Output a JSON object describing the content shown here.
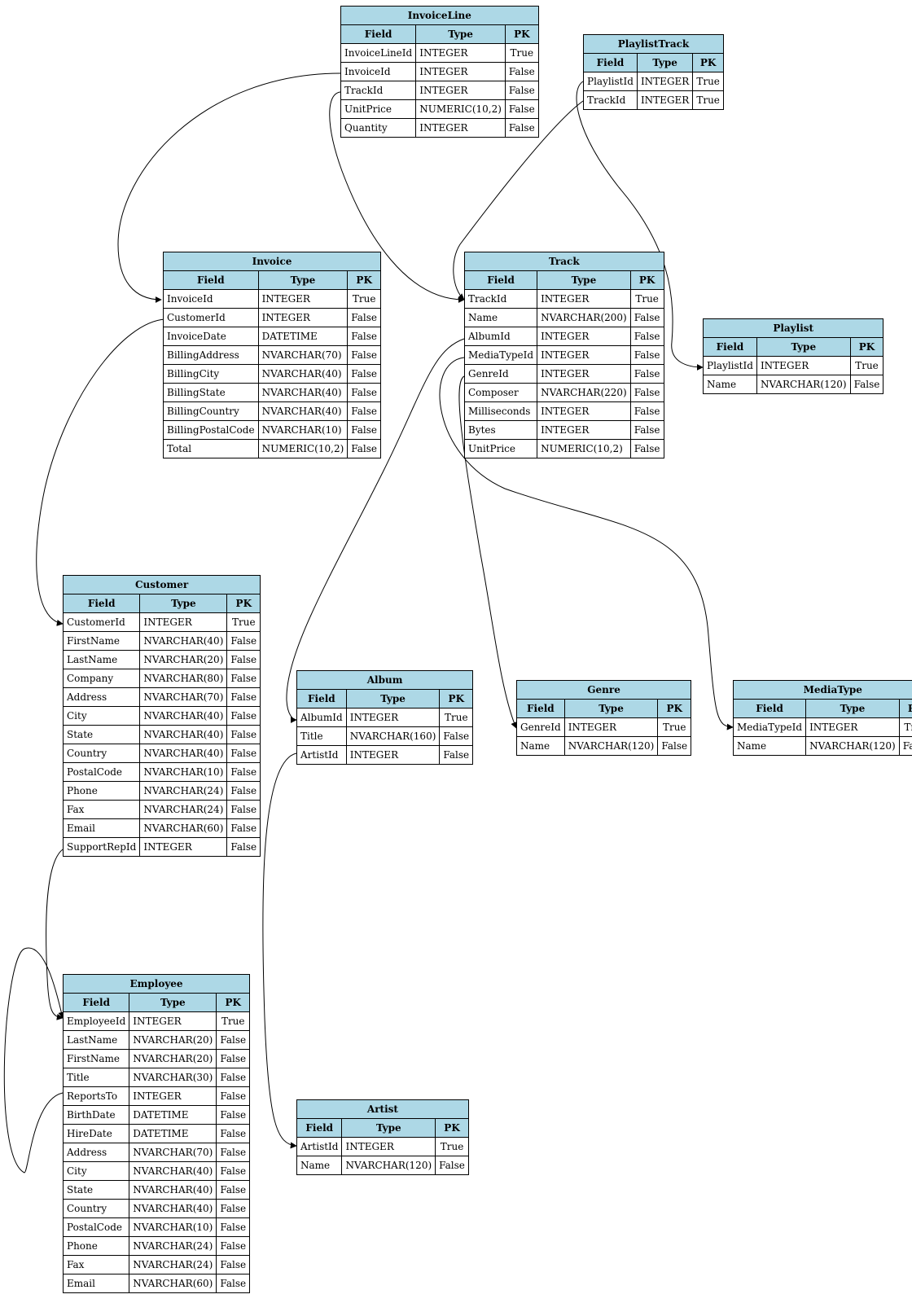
{
  "entities": {
    "InvoiceLine": {
      "title": "InvoiceLine",
      "headers": [
        "Field",
        "Type",
        "PK"
      ],
      "rows": [
        [
          "InvoiceLineId",
          "INTEGER",
          "True"
        ],
        [
          "InvoiceId",
          "INTEGER",
          "False"
        ],
        [
          "TrackId",
          "INTEGER",
          "False"
        ],
        [
          "UnitPrice",
          "NUMERIC(10,2)",
          "False"
        ],
        [
          "Quantity",
          "INTEGER",
          "False"
        ]
      ]
    },
    "PlaylistTrack": {
      "title": "PlaylistTrack",
      "headers": [
        "Field",
        "Type",
        "PK"
      ],
      "rows": [
        [
          "PlaylistId",
          "INTEGER",
          "True"
        ],
        [
          "TrackId",
          "INTEGER",
          "True"
        ]
      ]
    },
    "Invoice": {
      "title": "Invoice",
      "headers": [
        "Field",
        "Type",
        "PK"
      ],
      "rows": [
        [
          "InvoiceId",
          "INTEGER",
          "True"
        ],
        [
          "CustomerId",
          "INTEGER",
          "False"
        ],
        [
          "InvoiceDate",
          "DATETIME",
          "False"
        ],
        [
          "BillingAddress",
          "NVARCHAR(70)",
          "False"
        ],
        [
          "BillingCity",
          "NVARCHAR(40)",
          "False"
        ],
        [
          "BillingState",
          "NVARCHAR(40)",
          "False"
        ],
        [
          "BillingCountry",
          "NVARCHAR(40)",
          "False"
        ],
        [
          "BillingPostalCode",
          "NVARCHAR(10)",
          "False"
        ],
        [
          "Total",
          "NUMERIC(10,2)",
          "False"
        ]
      ]
    },
    "Track": {
      "title": "Track",
      "headers": [
        "Field",
        "Type",
        "PK"
      ],
      "rows": [
        [
          "TrackId",
          "INTEGER",
          "True"
        ],
        [
          "Name",
          "NVARCHAR(200)",
          "False"
        ],
        [
          "AlbumId",
          "INTEGER",
          "False"
        ],
        [
          "MediaTypeId",
          "INTEGER",
          "False"
        ],
        [
          "GenreId",
          "INTEGER",
          "False"
        ],
        [
          "Composer",
          "NVARCHAR(220)",
          "False"
        ],
        [
          "Milliseconds",
          "INTEGER",
          "False"
        ],
        [
          "Bytes",
          "INTEGER",
          "False"
        ],
        [
          "UnitPrice",
          "NUMERIC(10,2)",
          "False"
        ]
      ]
    },
    "Playlist": {
      "title": "Playlist",
      "headers": [
        "Field",
        "Type",
        "PK"
      ],
      "rows": [
        [
          "PlaylistId",
          "INTEGER",
          "True"
        ],
        [
          "Name",
          "NVARCHAR(120)",
          "False"
        ]
      ]
    },
    "Customer": {
      "title": "Customer",
      "headers": [
        "Field",
        "Type",
        "PK"
      ],
      "rows": [
        [
          "CustomerId",
          "INTEGER",
          "True"
        ],
        [
          "FirstName",
          "NVARCHAR(40)",
          "False"
        ],
        [
          "LastName",
          "NVARCHAR(20)",
          "False"
        ],
        [
          "Company",
          "NVARCHAR(80)",
          "False"
        ],
        [
          "Address",
          "NVARCHAR(70)",
          "False"
        ],
        [
          "City",
          "NVARCHAR(40)",
          "False"
        ],
        [
          "State",
          "NVARCHAR(40)",
          "False"
        ],
        [
          "Country",
          "NVARCHAR(40)",
          "False"
        ],
        [
          "PostalCode",
          "NVARCHAR(10)",
          "False"
        ],
        [
          "Phone",
          "NVARCHAR(24)",
          "False"
        ],
        [
          "Fax",
          "NVARCHAR(24)",
          "False"
        ],
        [
          "Email",
          "NVARCHAR(60)",
          "False"
        ],
        [
          "SupportRepId",
          "INTEGER",
          "False"
        ]
      ]
    },
    "Album": {
      "title": "Album",
      "headers": [
        "Field",
        "Type",
        "PK"
      ],
      "rows": [
        [
          "AlbumId",
          "INTEGER",
          "True"
        ],
        [
          "Title",
          "NVARCHAR(160)",
          "False"
        ],
        [
          "ArtistId",
          "INTEGER",
          "False"
        ]
      ]
    },
    "Genre": {
      "title": "Genre",
      "headers": [
        "Field",
        "Type",
        "PK"
      ],
      "rows": [
        [
          "GenreId",
          "INTEGER",
          "True"
        ],
        [
          "Name",
          "NVARCHAR(120)",
          "False"
        ]
      ]
    },
    "MediaType": {
      "title": "MediaType",
      "headers": [
        "Field",
        "Type",
        "PK"
      ],
      "rows": [
        [
          "MediaTypeId",
          "INTEGER",
          "True"
        ],
        [
          "Name",
          "NVARCHAR(120)",
          "False"
        ]
      ]
    },
    "Employee": {
      "title": "Employee",
      "headers": [
        "Field",
        "Type",
        "PK"
      ],
      "rows": [
        [
          "EmployeeId",
          "INTEGER",
          "True"
        ],
        [
          "LastName",
          "NVARCHAR(20)",
          "False"
        ],
        [
          "FirstName",
          "NVARCHAR(20)",
          "False"
        ],
        [
          "Title",
          "NVARCHAR(30)",
          "False"
        ],
        [
          "ReportsTo",
          "INTEGER",
          "False"
        ],
        [
          "BirthDate",
          "DATETIME",
          "False"
        ],
        [
          "HireDate",
          "DATETIME",
          "False"
        ],
        [
          "Address",
          "NVARCHAR(70)",
          "False"
        ],
        [
          "City",
          "NVARCHAR(40)",
          "False"
        ],
        [
          "State",
          "NVARCHAR(40)",
          "False"
        ],
        [
          "Country",
          "NVARCHAR(40)",
          "False"
        ],
        [
          "PostalCode",
          "NVARCHAR(10)",
          "False"
        ],
        [
          "Phone",
          "NVARCHAR(24)",
          "False"
        ],
        [
          "Fax",
          "NVARCHAR(24)",
          "False"
        ],
        [
          "Email",
          "NVARCHAR(60)",
          "False"
        ]
      ]
    },
    "Artist": {
      "title": "Artist",
      "headers": [
        "Field",
        "Type",
        "PK"
      ],
      "rows": [
        [
          "ArtistId",
          "INTEGER",
          "True"
        ],
        [
          "Name",
          "NVARCHAR(120)",
          "False"
        ]
      ]
    }
  },
  "relationships": [
    {
      "from": "InvoiceLine.InvoiceId",
      "to": "Invoice.InvoiceId"
    },
    {
      "from": "InvoiceLine.TrackId",
      "to": "Track.TrackId"
    },
    {
      "from": "PlaylistTrack.TrackId",
      "to": "Track.TrackId"
    },
    {
      "from": "PlaylistTrack.PlaylistId",
      "to": "Playlist.PlaylistId"
    },
    {
      "from": "Invoice.CustomerId",
      "to": "Customer.CustomerId"
    },
    {
      "from": "Track.AlbumId",
      "to": "Album.AlbumId"
    },
    {
      "from": "Track.MediaTypeId",
      "to": "MediaType.MediaTypeId"
    },
    {
      "from": "Track.GenreId",
      "to": "Genre.GenreId"
    },
    {
      "from": "Album.ArtistId",
      "to": "Artist.ArtistId"
    },
    {
      "from": "Customer.SupportRepId",
      "to": "Employee.EmployeeId"
    },
    {
      "from": "Employee.ReportsTo",
      "to": "Employee.EmployeeId"
    }
  ],
  "colors": {
    "header_fill": "#add8e6",
    "line": "#000000"
  }
}
